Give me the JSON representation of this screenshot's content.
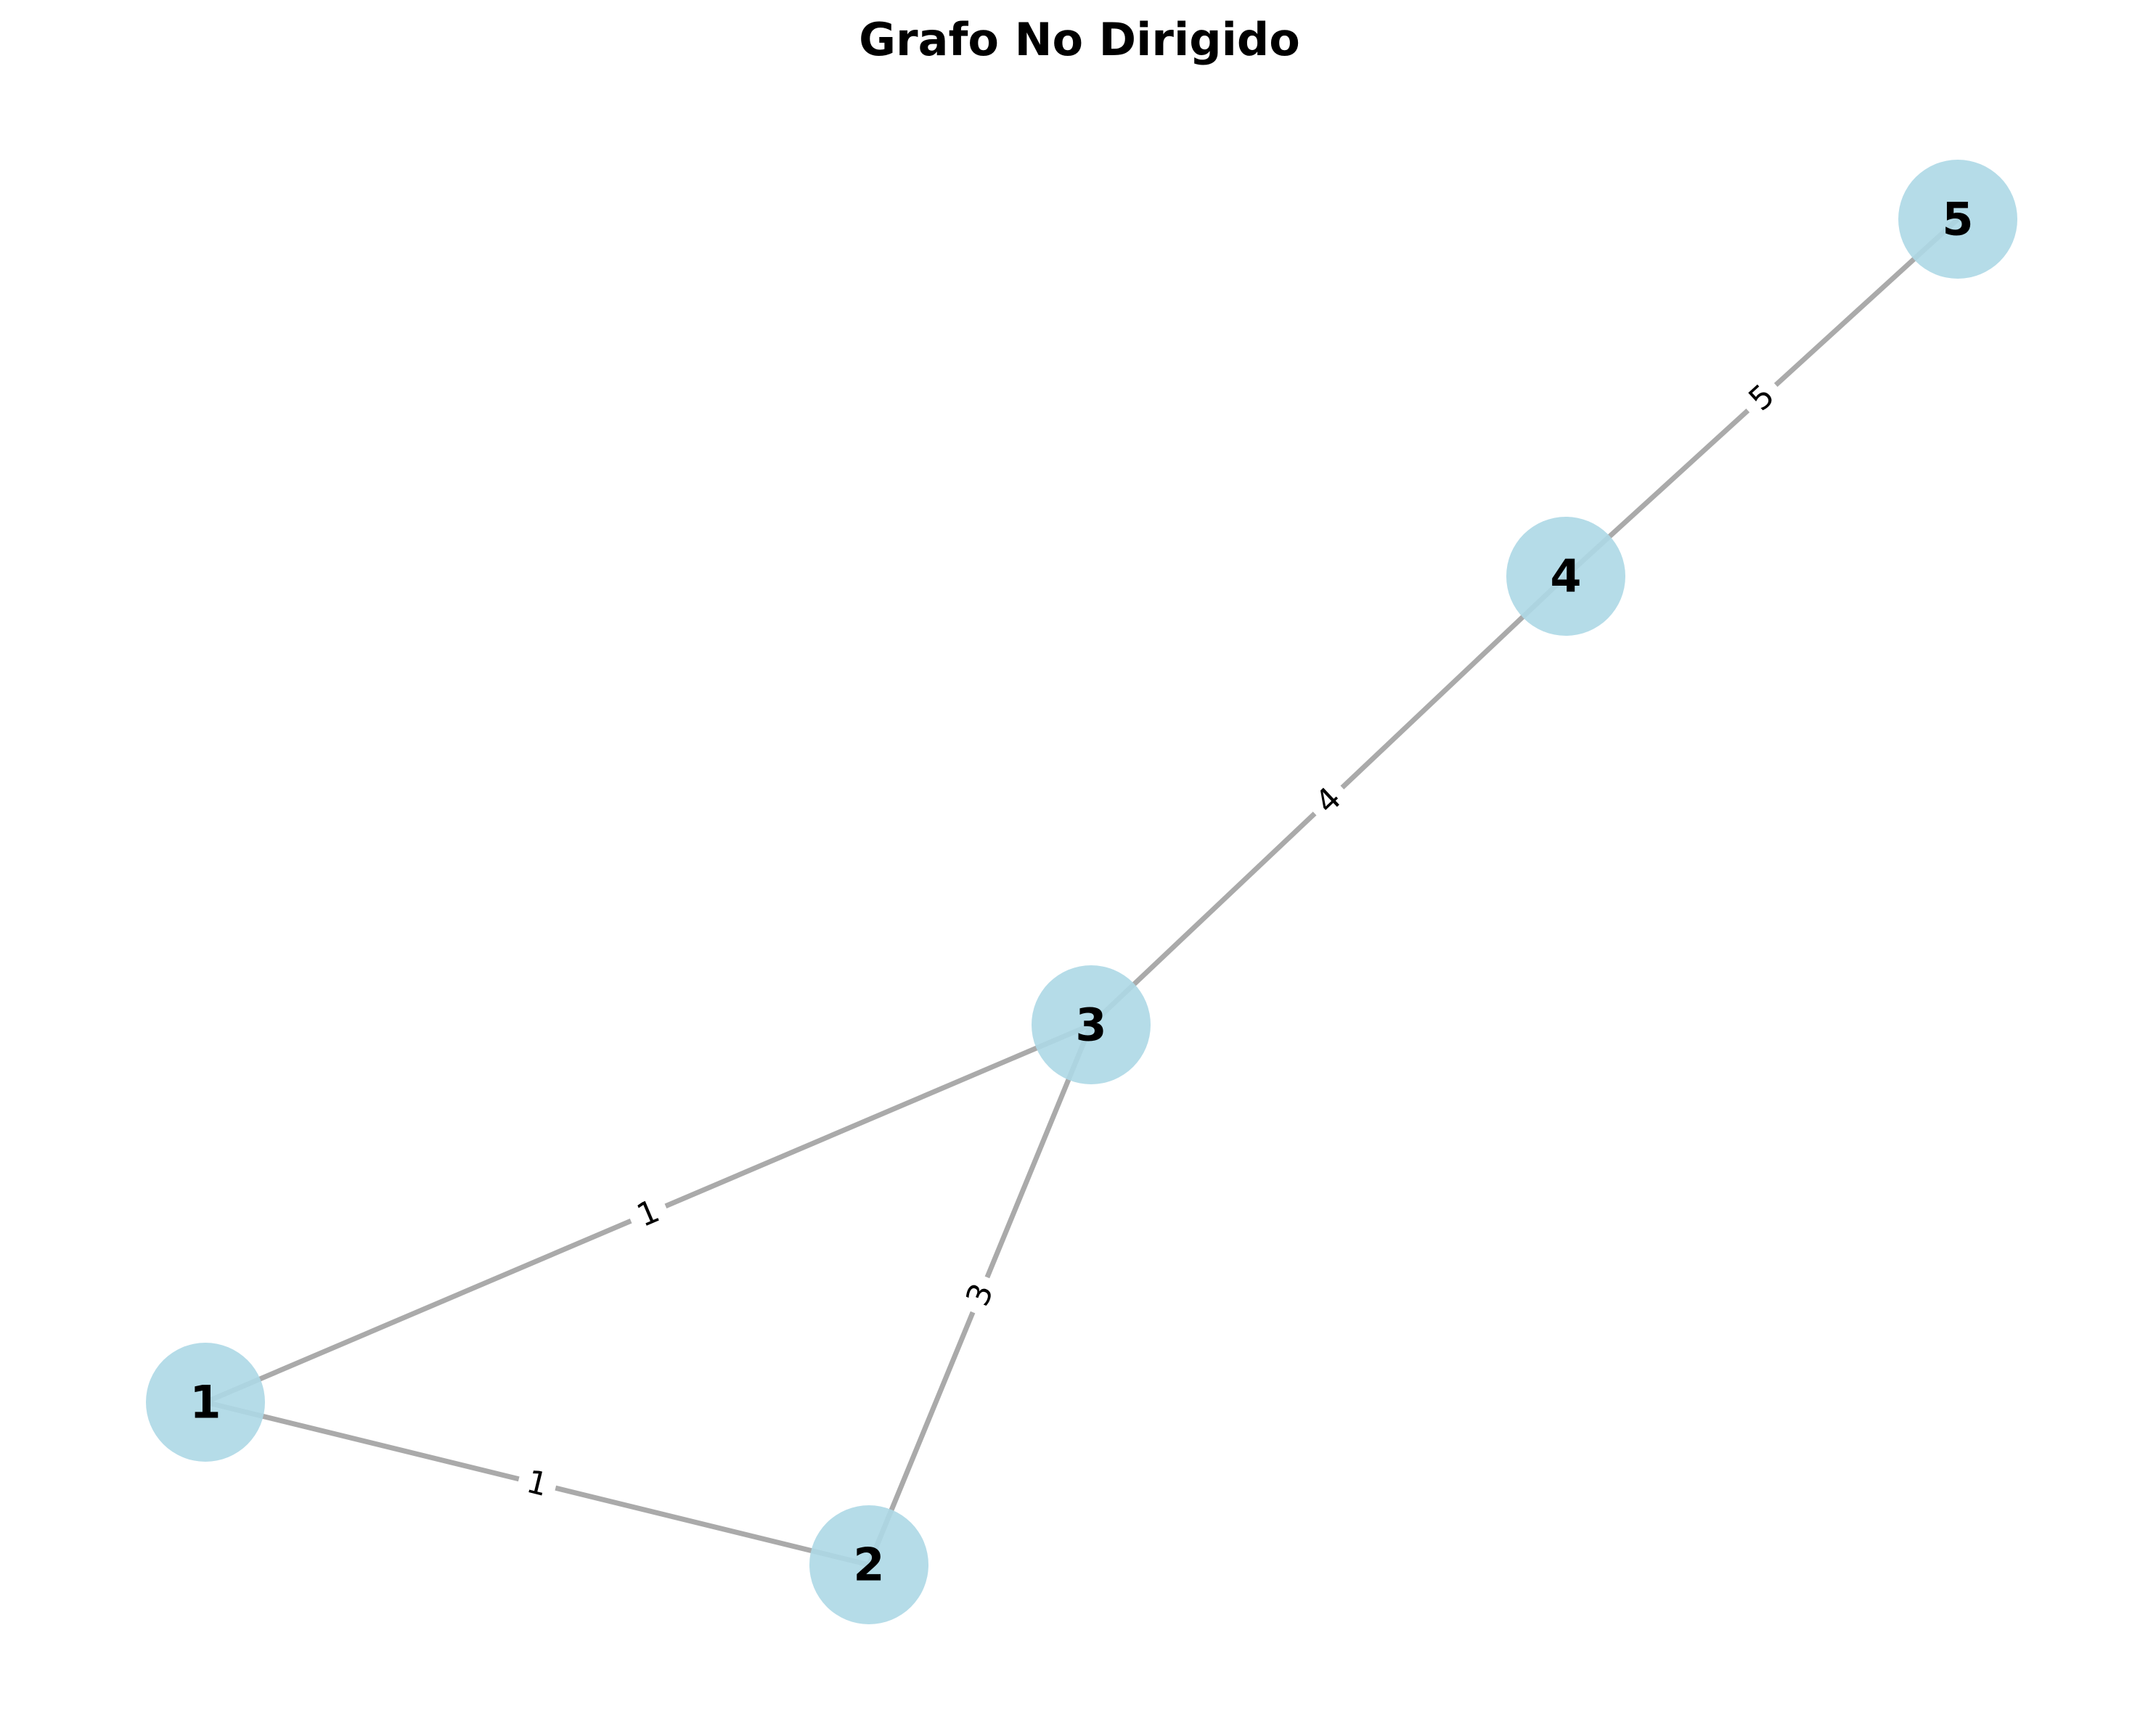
{
  "title": "Grafo No Dirigido",
  "colors": {
    "node_fill": "#add8e6",
    "edge_stroke": "#aaaaaa",
    "background": "#ffffff"
  },
  "graph": {
    "directed": false,
    "nodes": [
      {
        "id": "1",
        "label": "1"
      },
      {
        "id": "2",
        "label": "2"
      },
      {
        "id": "3",
        "label": "3"
      },
      {
        "id": "4",
        "label": "4"
      },
      {
        "id": "5",
        "label": "5"
      }
    ],
    "edges": [
      {
        "source": "1",
        "target": "2",
        "weight": "1"
      },
      {
        "source": "1",
        "target": "3",
        "weight": "1"
      },
      {
        "source": "2",
        "target": "3",
        "weight": "3"
      },
      {
        "source": "3",
        "target": "4",
        "weight": "4"
      },
      {
        "source": "4",
        "target": "5",
        "weight": "5"
      }
    ]
  }
}
